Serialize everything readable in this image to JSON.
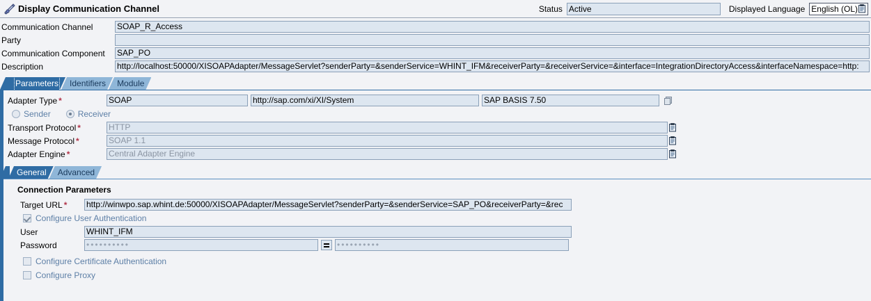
{
  "window": {
    "title": "Display Communication Channel",
    "title_icon": "channel-pencil-icon"
  },
  "header": {
    "status_label": "Status",
    "status_value": "Active",
    "language_label": "Displayed Language",
    "language_value": "English (OL)",
    "language_icon": "value-help-icon",
    "fields": [
      {
        "label": "Communication Channel",
        "value": "SOAP_R_Access"
      },
      {
        "label": "Party",
        "value": ""
      },
      {
        "label": "Communication Component",
        "value": "SAP_PO"
      },
      {
        "label": "Description",
        "value": "http://localhost:50000/XISOAPAdapter/MessageServlet?senderParty=&senderService=WHINT_IFM&receiverParty=&receiverService=&interface=IntegrationDirectoryAccess&interfaceNamespace=http:"
      }
    ]
  },
  "tabs": {
    "items": [
      {
        "label": "Parameters",
        "active": true
      },
      {
        "label": "Identifiers",
        "active": false
      },
      {
        "label": "Module",
        "active": false
      }
    ]
  },
  "parameters": {
    "adapter_type": {
      "label": "Adapter Type",
      "required": "*",
      "value": "SOAP",
      "namespace": "http://sap.com/xi/XI/System",
      "swcv": "SAP BASIS 7.50",
      "browse_icon": "browse-icon"
    },
    "direction": {
      "sender_label": "Sender",
      "receiver_label": "Receiver",
      "selected": "Receiver"
    },
    "rows": [
      {
        "label": "Transport Protocol",
        "required": "*",
        "value": "HTTP",
        "icon": "value-help-icon"
      },
      {
        "label": "Message Protocol",
        "required": "*",
        "value": "SOAP 1.1",
        "icon": "value-help-icon"
      },
      {
        "label": "Adapter Engine",
        "required": "*",
        "value": "Central Adapter Engine",
        "icon": "value-help-icon"
      }
    ]
  },
  "subtabs": {
    "items": [
      {
        "label": "General",
        "active": true
      },
      {
        "label": "Advanced",
        "active": false
      }
    ]
  },
  "general": {
    "group_title": "Connection Parameters",
    "target_url": {
      "label": "Target URL",
      "required": "*",
      "value": "http://winwpo.sap.whint.de:50000/XISOAPAdapter/MessageServlet?senderParty=&senderService=SAP_PO&receiverParty=&rec"
    },
    "configure_user_auth": {
      "label": "Configure User Authentication",
      "checked": true
    },
    "user": {
      "label": "User",
      "value": "WHINT_IFM"
    },
    "password": {
      "label": "Password",
      "value": "••••••••••",
      "confirm_value": "••••••••••",
      "match_icon": "equals-icon"
    },
    "configure_cert_auth": {
      "label": "Configure Certificate Authentication",
      "checked": false
    },
    "configure_proxy": {
      "label": "Configure Proxy",
      "checked": false
    }
  },
  "colors": {
    "page_bg": "#f2f3f6",
    "field_bg": "#dde6f0",
    "field_border": "#8ba0b8",
    "tab_active": "#2f6ca4",
    "tab_inactive": "#8fb6d8",
    "required_marker": "#b2354a",
    "disabled_text": "#97a3b3",
    "link_text": "#5d7fa6"
  }
}
